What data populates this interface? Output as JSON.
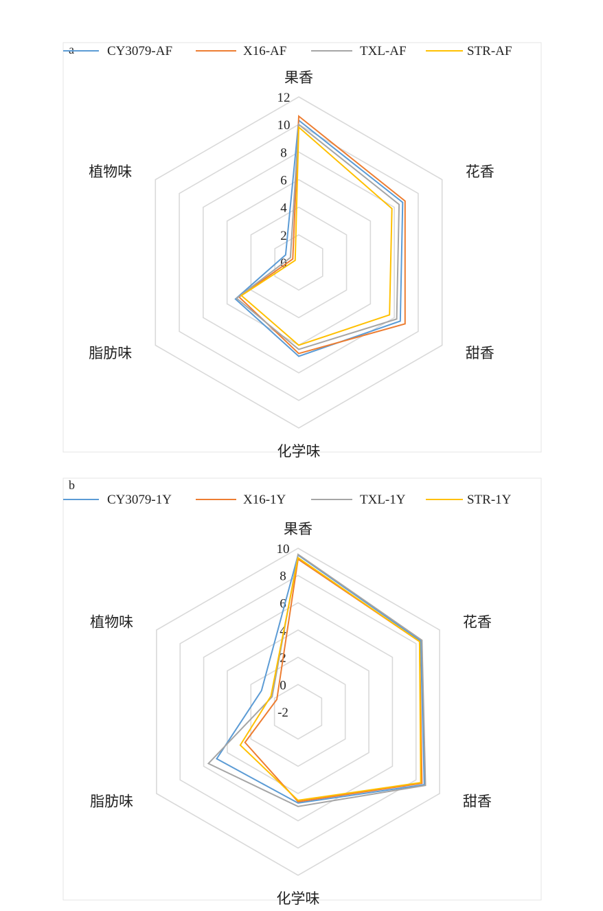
{
  "chart_data": [
    {
      "type": "radar",
      "panel_label": "a",
      "categories": [
        "果香",
        "花香",
        "甜香",
        "化学味",
        "脂肪味",
        "植物味"
      ],
      "rlim": [
        0,
        12
      ],
      "ticks": [
        "0",
        "2",
        "4",
        "6",
        "8",
        "10",
        "12"
      ],
      "tick_values": [
        0,
        2,
        4,
        6,
        8,
        10,
        12
      ],
      "legend_position": "top",
      "series": [
        {
          "name": "CY3079-AF",
          "color": "#5b9bd5",
          "values": [
            10.3,
            8.7,
            8.5,
            6.8,
            5.3,
            1.1
          ]
        },
        {
          "name": "X16-AF",
          "color": "#ed7d31",
          "values": [
            10.6,
            8.9,
            8.9,
            6.6,
            5.0,
            0.5
          ]
        },
        {
          "name": "TXL-AF",
          "color": "#a5a5a5",
          "values": [
            10.0,
            8.4,
            8.2,
            6.3,
            5.2,
            0.7
          ]
        },
        {
          "name": "STR-AF",
          "color": "#ffc000",
          "values": [
            9.8,
            7.8,
            7.6,
            6.0,
            4.8,
            0.3
          ]
        }
      ]
    },
    {
      "type": "radar",
      "panel_label": "b",
      "categories": [
        "果香",
        "花香",
        "甜香",
        "化学味",
        "脂肪味",
        "植物味"
      ],
      "rlim": [
        -2,
        10
      ],
      "ticks": [
        "-2",
        "0",
        "2",
        "4",
        "6",
        "8",
        "10"
      ],
      "tick_values": [
        -2,
        0,
        2,
        4,
        6,
        8,
        10
      ],
      "legend_position": "top",
      "series": [
        {
          "name": "CY3079-1Y",
          "color": "#5b9bd5",
          "values": [
            9.5,
            8.4,
            8.7,
            4.7,
            4.9,
            1.1
          ]
        },
        {
          "name": "X16-1Y",
          "color": "#ed7d31",
          "values": [
            9.2,
            8.3,
            8.5,
            4.6,
            2.5,
            -0.2
          ]
        },
        {
          "name": "TXL-1Y",
          "color": "#a5a5a5",
          "values": [
            9.55,
            8.5,
            8.8,
            4.95,
            5.6,
            0.2
          ]
        },
        {
          "name": "STR-1Y",
          "color": "#ffc000",
          "values": [
            9.3,
            8.3,
            8.4,
            4.5,
            2.9,
            0.3
          ]
        }
      ]
    }
  ]
}
